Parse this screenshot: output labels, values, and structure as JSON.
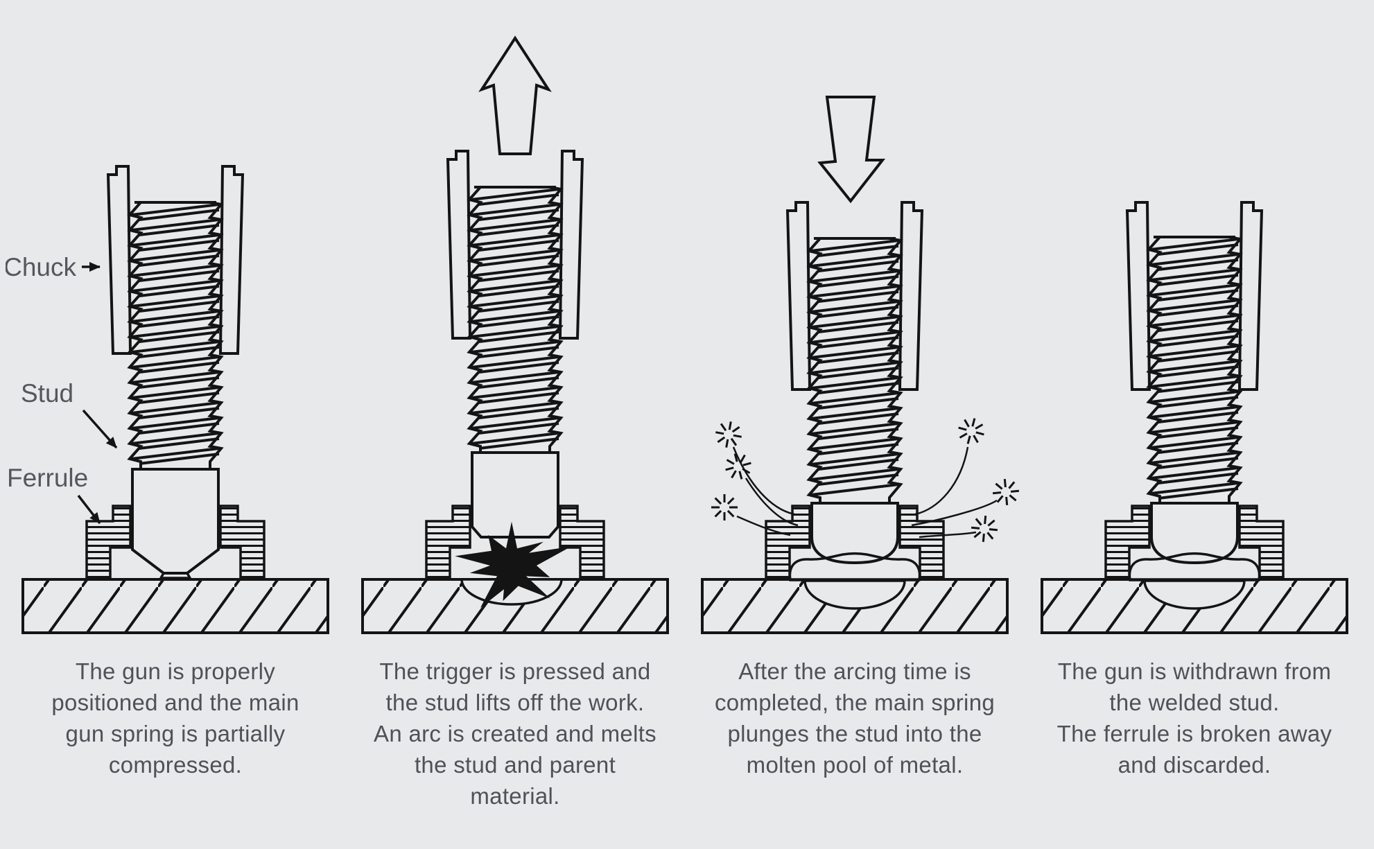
{
  "colors": {
    "background": "#e8e9eb",
    "line": "#141414",
    "label_text": "#54575c",
    "caption_text": "#4e5156"
  },
  "labels": {
    "chuck": "Chuck",
    "stud": "Stud",
    "ferrule": "Ferrule"
  },
  "panels": [
    {
      "caption": "The gun is properly\npositioned and the main\ngun spring is partially\ncompressed."
    },
    {
      "caption": "The trigger is pressed and\nthe stud lifts off the work.\nAn arc is created and melts\nthe stud and parent\nmaterial."
    },
    {
      "caption": "After the arcing time is\ncompleted, the main spring\nplunges the stud into the\nmolten pool of metal."
    },
    {
      "caption": "The gun is withdrawn from\nthe welded stud.\nThe ferrule is broken away\nand discarded."
    }
  ]
}
